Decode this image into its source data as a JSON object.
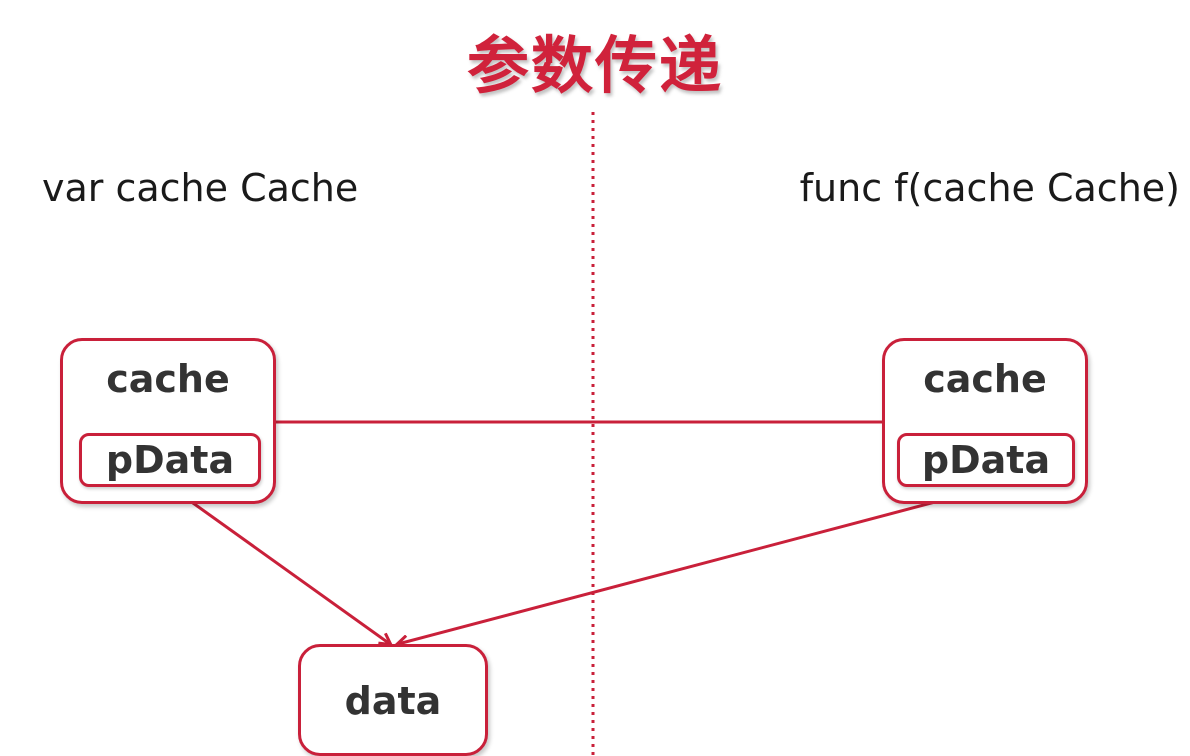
{
  "title": "参数传递",
  "left_declaration": "var cache Cache",
  "right_declaration": "func f(cache Cache)",
  "left_struct": {
    "name": "cache",
    "field": "pData"
  },
  "right_struct": {
    "name": "cache",
    "field": "pData"
  },
  "target": {
    "name": "data"
  },
  "colors": {
    "accent": "#c9203a",
    "title": "#d0223b",
    "text": "#333333"
  }
}
